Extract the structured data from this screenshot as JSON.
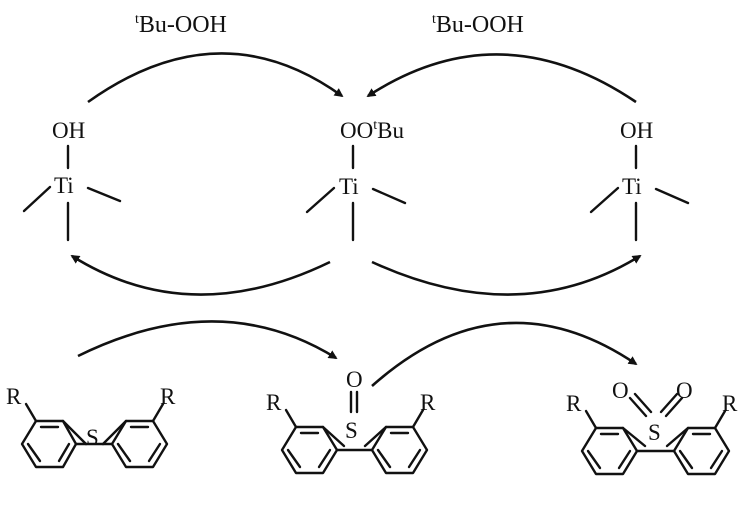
{
  "reagents": {
    "left": {
      "sup": "t",
      "main": "Bu-OOH"
    },
    "right": {
      "sup": "t",
      "main": "Bu-OOH"
    }
  },
  "ti_left": {
    "top": "OH",
    "center": "Ti"
  },
  "ti_middle": {
    "top_a": "OO",
    "top_sup": "t",
    "top_b": "Bu",
    "center": "Ti"
  },
  "ti_right": {
    "top": "OH",
    "center": "Ti"
  },
  "molecules": {
    "dbt": {
      "r_left": "R",
      "r_right": "R",
      "heteroatom": "S"
    },
    "sulfoxide": {
      "r_left": "R",
      "r_right": "R",
      "heteroatom": "S",
      "oxygen": "O"
    },
    "sulfone": {
      "r_left": "R",
      "r_right": "R",
      "heteroatom": "S",
      "oxygen_left": "O",
      "oxygen_right": "O"
    }
  },
  "colors": {
    "ink": "#111111",
    "background": "#ffffff"
  }
}
